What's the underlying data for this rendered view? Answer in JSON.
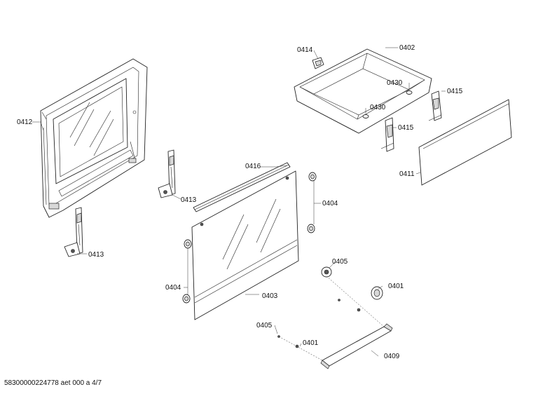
{
  "labels": {
    "p0412": "0412",
    "p0413a": "0413",
    "p0413b": "0413",
    "p0416": "0416",
    "p0404a": "0404",
    "p0404b": "0404",
    "p0403": "0403",
    "p0414": "0414",
    "p0402": "0402",
    "p0430a": "0430",
    "p0430b": "0430",
    "p0415a": "0415",
    "p0415b": "0415",
    "p0411": "0411",
    "p0405a": "0405",
    "p0405b": "0405",
    "p0401a": "0401",
    "p0401b": "0401",
    "p0409": "0409"
  },
  "footer": "58300000224778 aet 000 a 4/7"
}
